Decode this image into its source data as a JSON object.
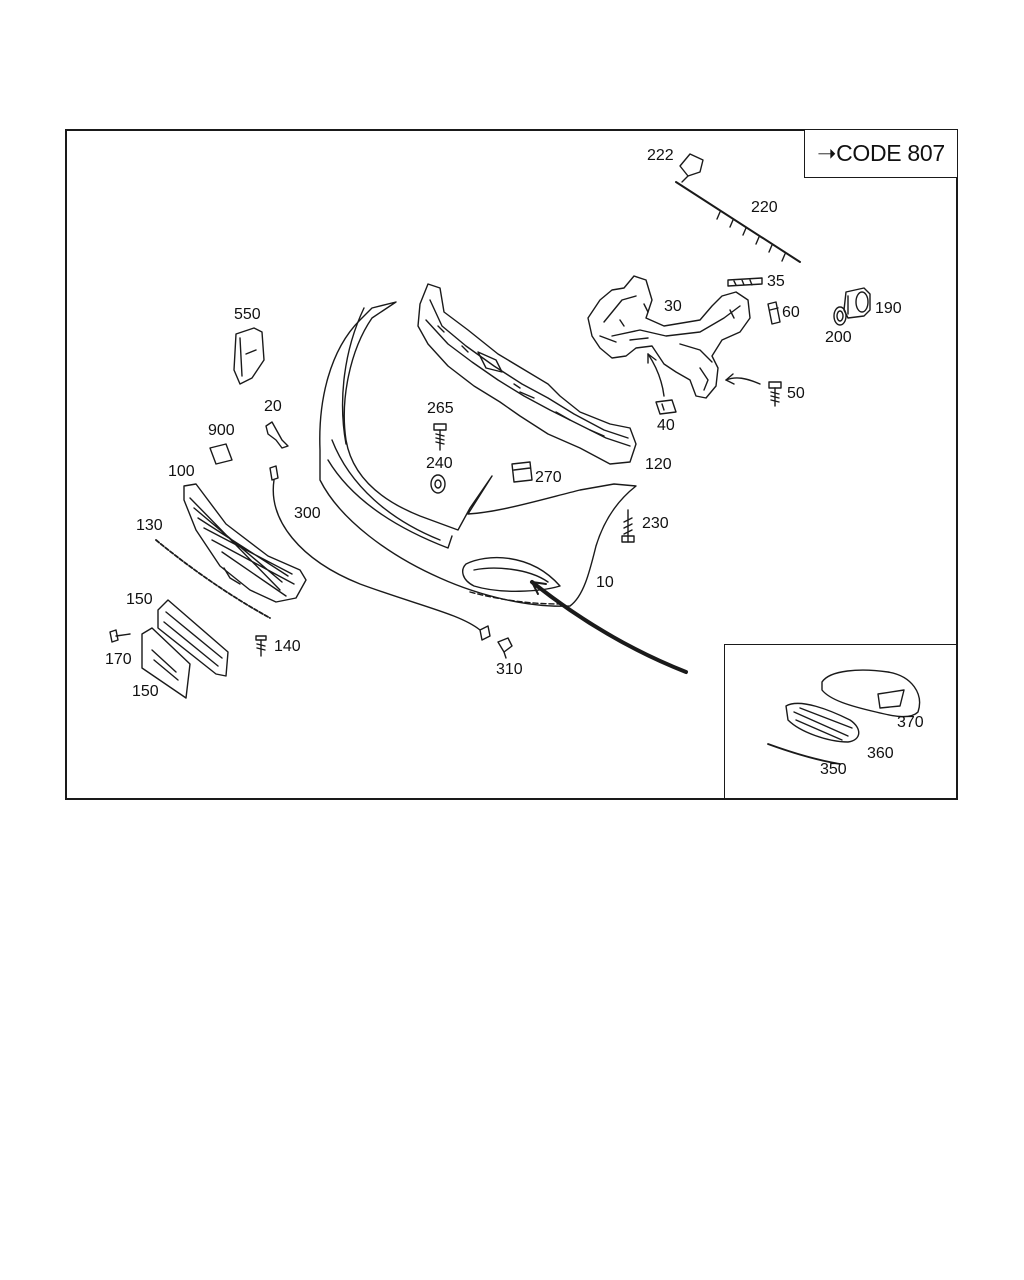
{
  "code_box": {
    "label": "CODE 807"
  },
  "labels": {
    "p222": "222",
    "p220": "220",
    "p35": "35",
    "p30": "30",
    "p60": "60",
    "p190": "190",
    "p200": "200",
    "p50": "50",
    "p40": "40",
    "p550": "550",
    "p20": "20",
    "p265": "265",
    "p900": "900",
    "p240": "240",
    "p270": "270",
    "p120": "120",
    "p100": "100",
    "p300": "300",
    "p230": "230",
    "p130": "130",
    "p10": "10",
    "p150a": "150",
    "p140": "140",
    "p170": "170",
    "p310": "310",
    "p150b": "150",
    "p370": "370",
    "p360": "360",
    "p350": "350"
  }
}
